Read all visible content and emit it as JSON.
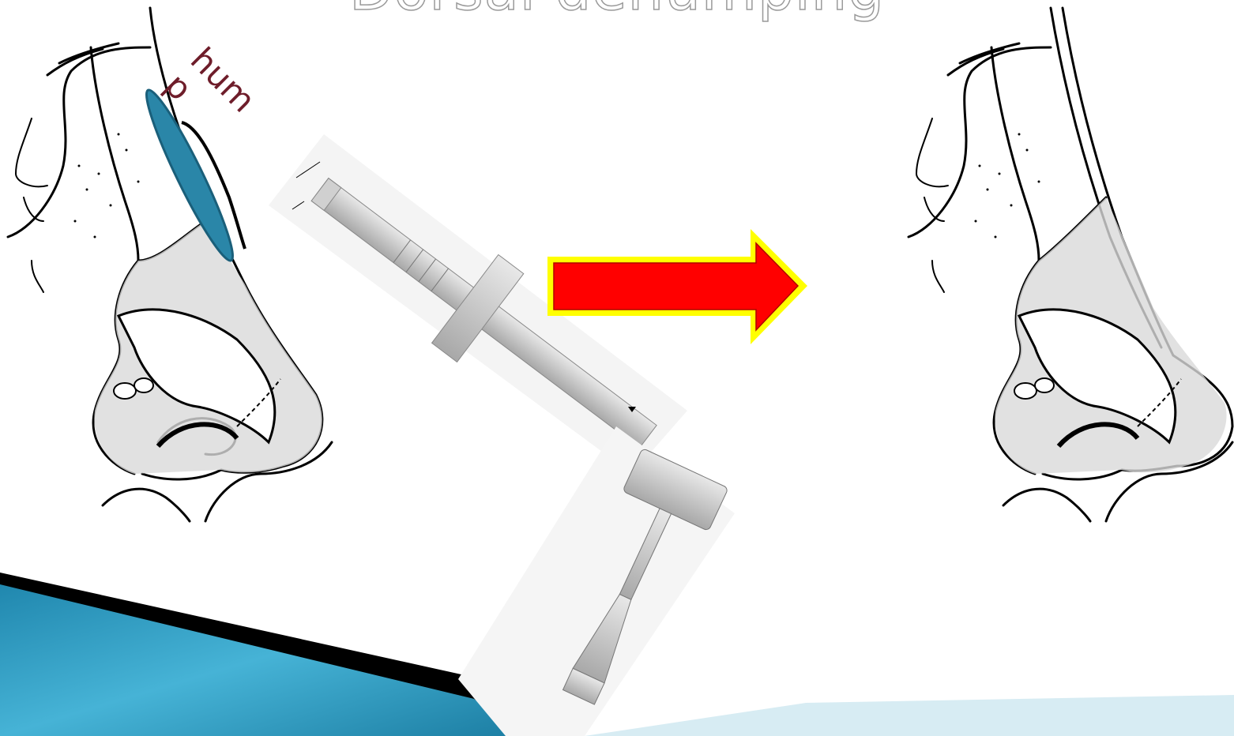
{
  "slide": {
    "title": "Dorsal dehumping",
    "hump_label": "hum\np"
  },
  "illustrations": [
    {
      "name": "nose-before"
    },
    {
      "name": "osteotome"
    },
    {
      "name": "mallet"
    },
    {
      "name": "arrow"
    },
    {
      "name": "nose-after"
    }
  ],
  "colors": {
    "hump_fill": "#2a86a8",
    "label": "#6e1d2a",
    "arrow_fill": "#ff0000",
    "arrow_border": "#ffff00",
    "nose_shade": "#d9d9d9",
    "banner_blue": "#3aa5c9"
  }
}
